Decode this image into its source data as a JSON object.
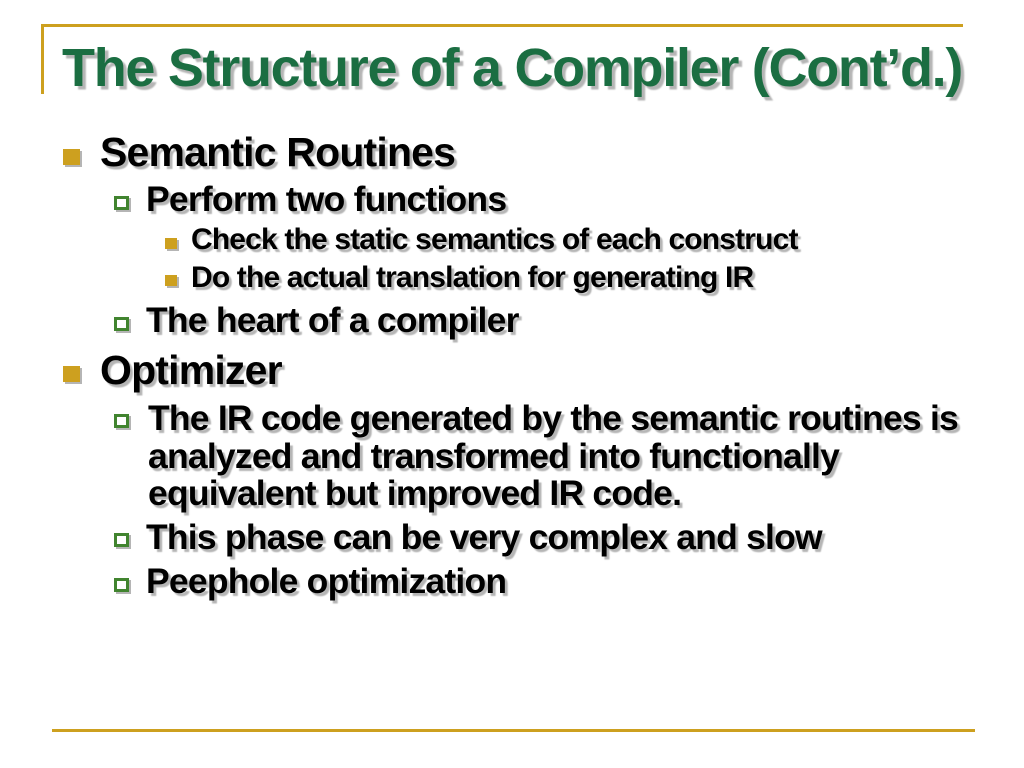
{
  "slide": {
    "title": "The Structure of a Compiler (Cont’d.)",
    "colors": {
      "title_green": "#1b6e42",
      "accent_gold": "#cda01f",
      "bullet_gold": "#cda01f",
      "bullet_green": "#41842f",
      "text_black": "#000000",
      "shadow_gray": "#b5b5b5"
    },
    "bullets": [
      {
        "level": 1,
        "text": "Semantic Routines"
      },
      {
        "level": 2,
        "text": "Perform two functions"
      },
      {
        "level": 3,
        "text": "Check the static semantics of each construct"
      },
      {
        "level": 3,
        "text": "Do the actual translation for generating IR"
      },
      {
        "level": 2,
        "text": "The heart of a compiler"
      },
      {
        "level": 1,
        "text": "Optimizer"
      },
      {
        "level": 2,
        "text": "The IR code generated by the semantic routines is analyzed and transformed into functionally equivalent but improved IR code."
      },
      {
        "level": 2,
        "text": "This phase can be very complex and slow"
      },
      {
        "level": 2,
        "text": "Peephole optimization"
      }
    ]
  }
}
